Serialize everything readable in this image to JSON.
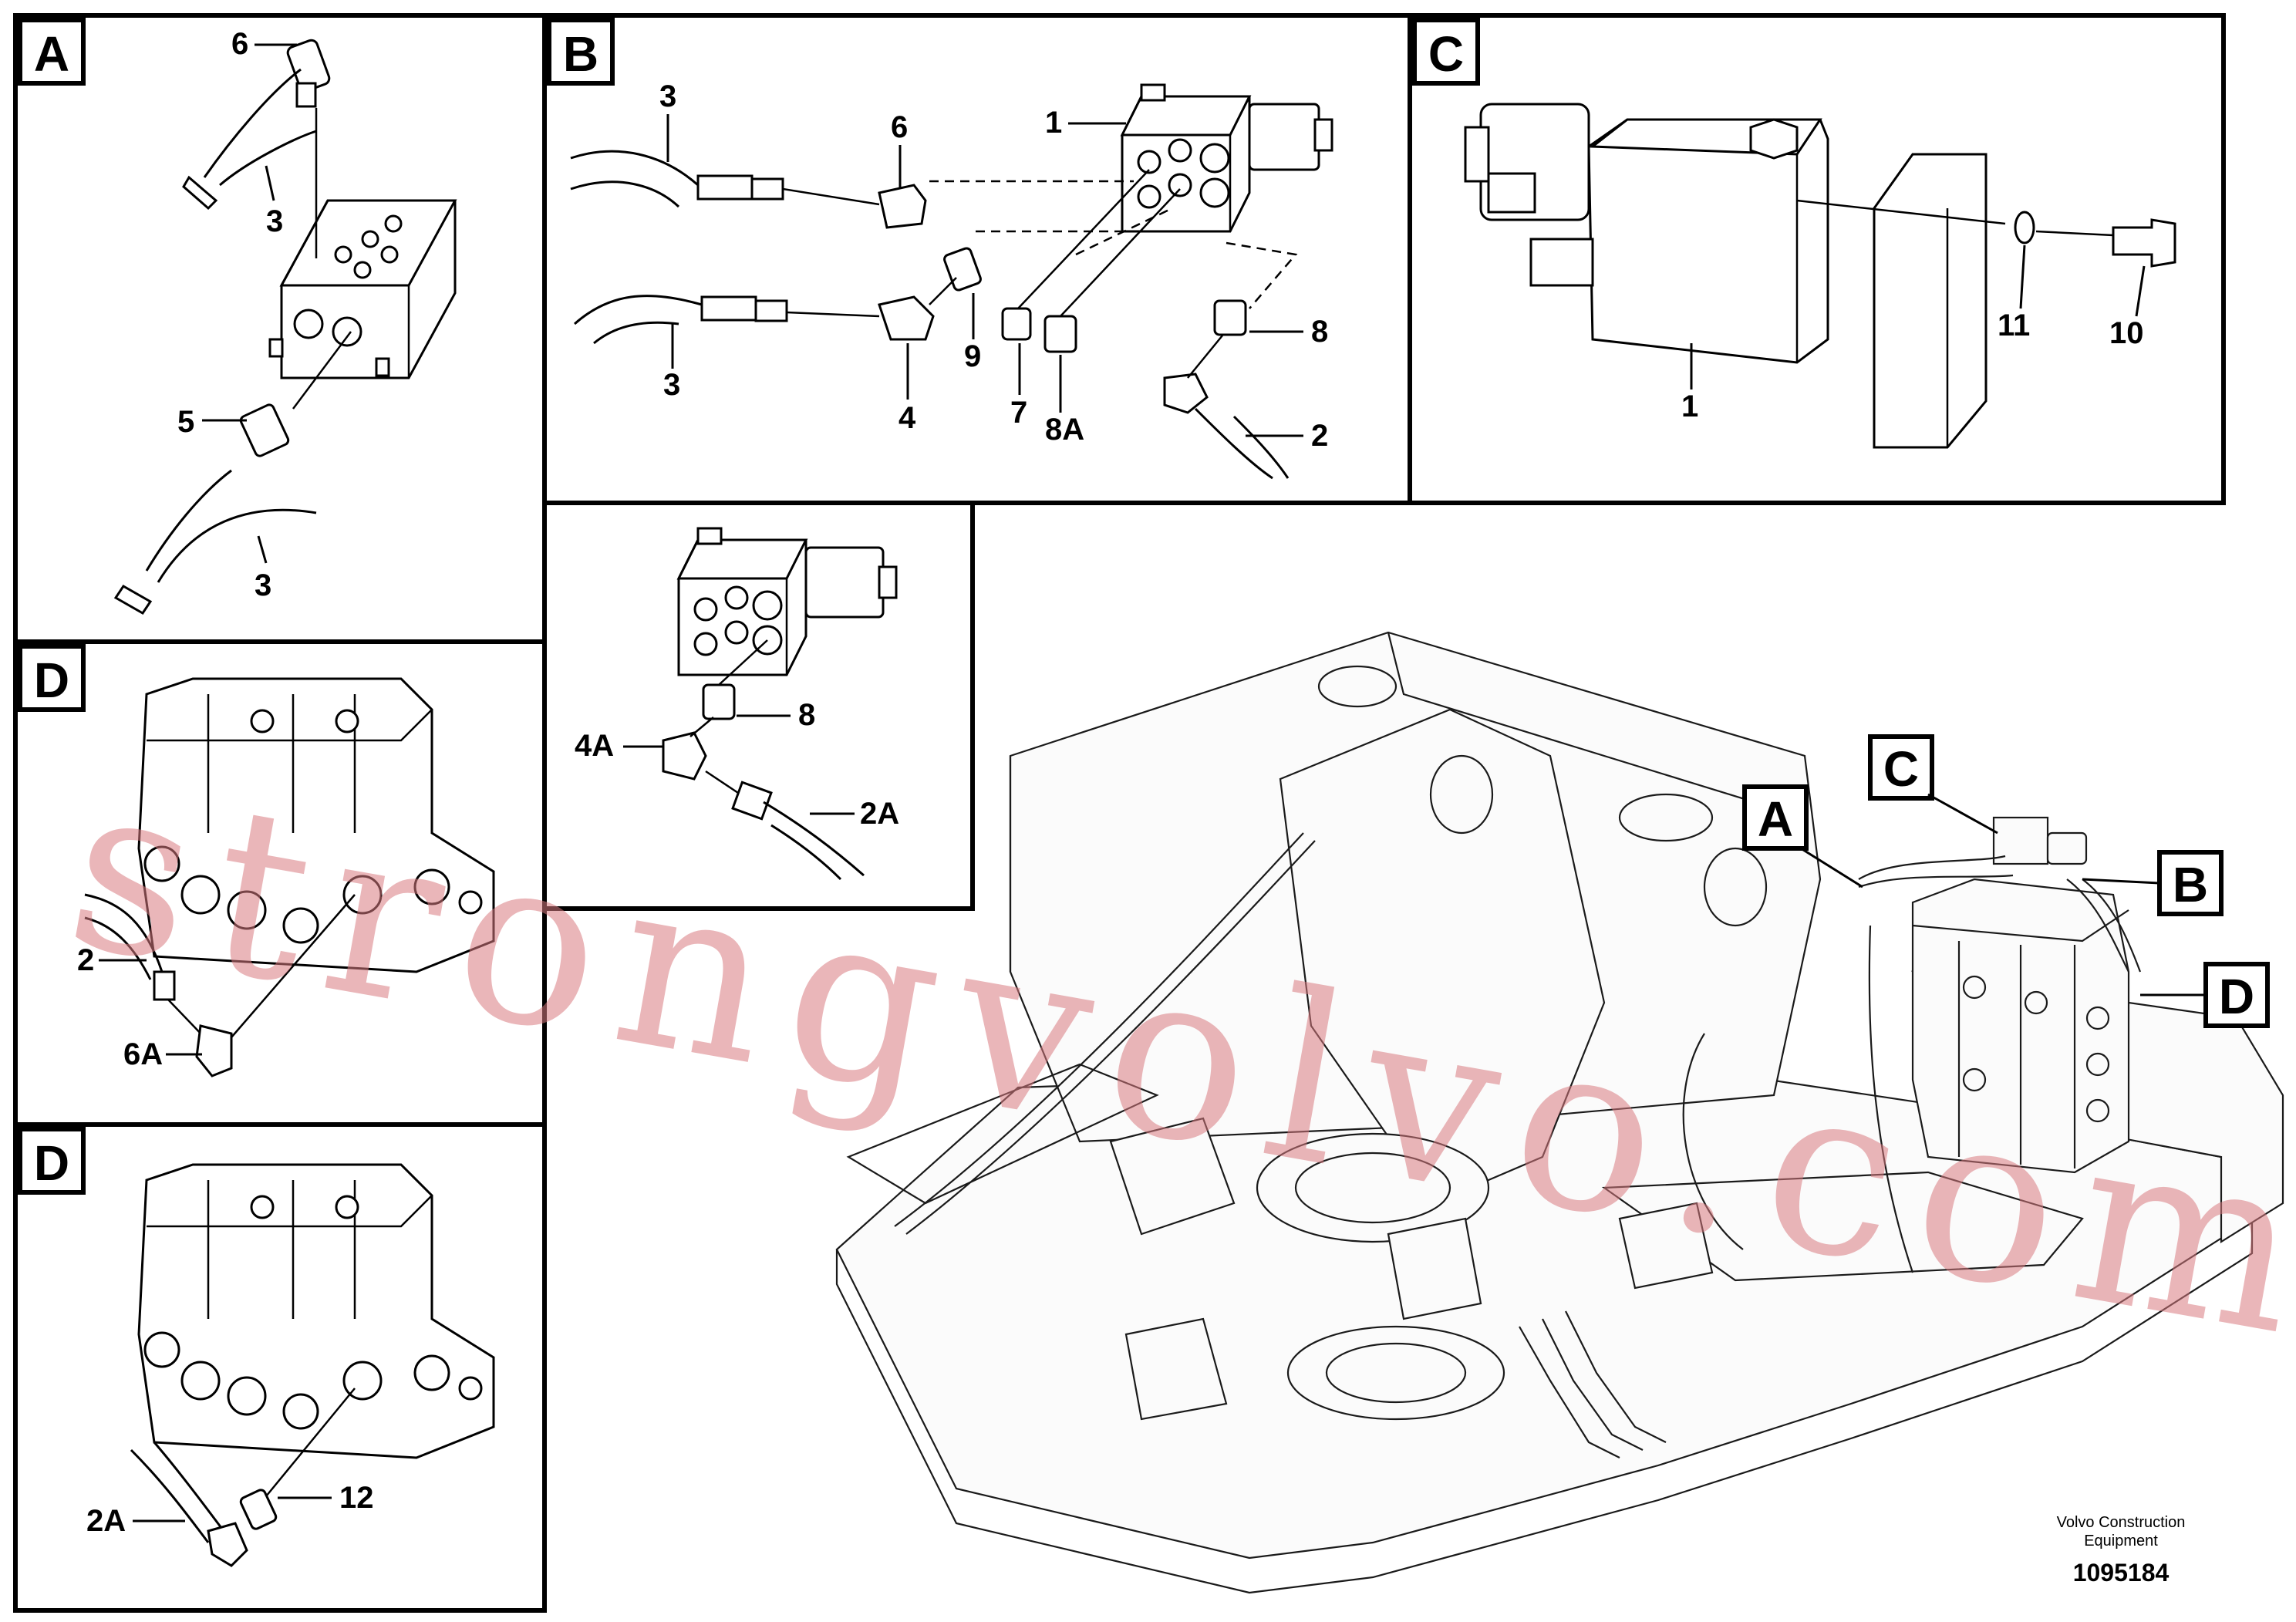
{
  "panels": {
    "A": {
      "tag": "A",
      "callouts": {
        "p6": "6",
        "p3a": "3",
        "p5": "5",
        "p3b": "3"
      }
    },
    "B": {
      "tag": "B",
      "callouts": {
        "p3a": "3",
        "p6": "6",
        "p1": "1",
        "p3b": "3",
        "p9": "9",
        "p4": "4",
        "p7": "7",
        "p8a": "8A",
        "p8": "8",
        "p2": "2"
      }
    },
    "C": {
      "tag": "C",
      "callouts": {
        "p1": "1",
        "p11": "11",
        "p10": "10"
      }
    },
    "B2": {
      "callouts": {
        "p8": "8",
        "p4a": "4A",
        "p2a": "2A"
      }
    },
    "D1": {
      "tag": "D",
      "callouts": {
        "p2": "2",
        "p6a": "6A"
      }
    },
    "D2": {
      "tag": "D",
      "callouts": {
        "p2a": "2A",
        "p12": "12"
      }
    }
  },
  "overview_tags": {
    "A": "A",
    "B": "B",
    "C": "C",
    "D": "D"
  },
  "watermark": "strongvolvo.com",
  "footer": {
    "company_line1": "Volvo Construction",
    "company_line2": "Equipment",
    "doc_number": "1095184"
  }
}
